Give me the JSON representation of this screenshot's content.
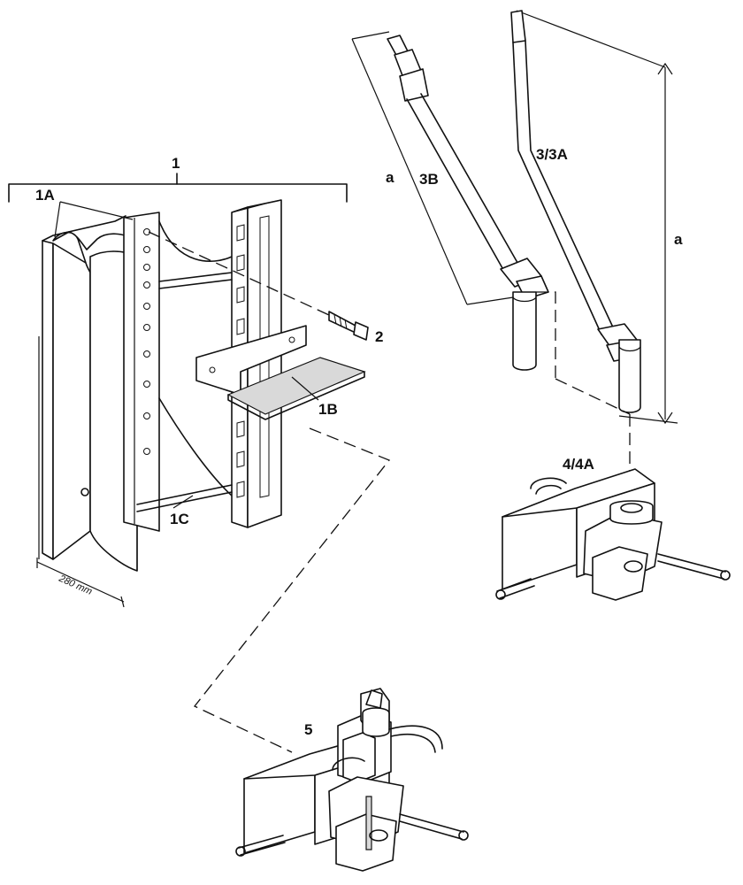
{
  "labels": {
    "bracket_assembly": "1",
    "side_plate": "1A",
    "step_plate": "1B",
    "cross_rod": "1C",
    "bolt": "2",
    "lever_b": "3B",
    "lever_a": "3/3A",
    "coupling_head": "4/4A",
    "coupling_assembly": "5",
    "dim_a_left": "a",
    "dim_a_right": "a",
    "width_dim": "280 mm"
  }
}
